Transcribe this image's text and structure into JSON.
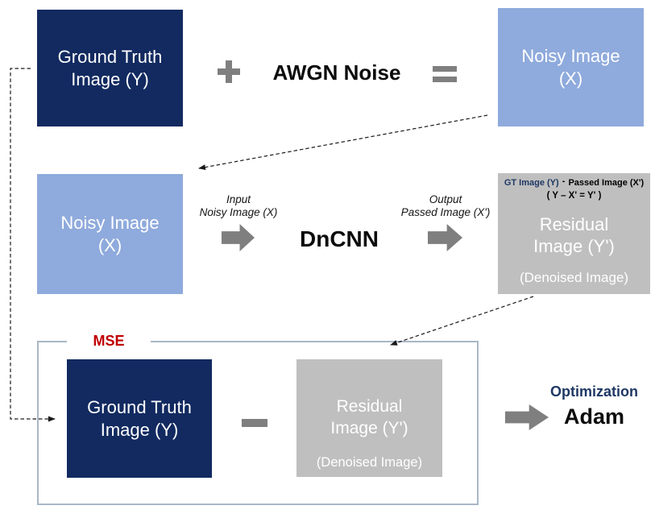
{
  "diagram": {
    "top_row": {
      "ground_truth_box": {
        "line1": "Ground Truth",
        "line2": "Image (Y)"
      },
      "awgn_label": "AWGN Noise",
      "noisy_box": {
        "line1": "Noisy Image",
        "line2": "(X)"
      }
    },
    "middle_row": {
      "noisy_box": {
        "line1": "Noisy Image",
        "line2": "(X)"
      },
      "input_label": {
        "line1": "Input",
        "line2": "Noisy Image (X)"
      },
      "dncnn_label": "DnCNN",
      "output_label": {
        "line1": "Output",
        "line2": "Passed Image (X')"
      },
      "residual_box": {
        "formula_gt": "GT Image (Y)",
        "formula_minus": "-",
        "formula_passed": "Passed Image (X')",
        "formula_line2": "( Y – X' = Y' )",
        "line1": "Residual",
        "line2": "Image (Y')",
        "line3": "(Denoised Image)"
      }
    },
    "bottom_row": {
      "mse_label": "MSE",
      "ground_truth_box": {
        "line1": "Ground Truth",
        "line2": "Image (Y)"
      },
      "residual_box": {
        "line1": "Residual",
        "line2": "Image (Y')",
        "line3": "(Denoised Image)"
      },
      "optimization_label": "Optimization",
      "adam_label": "Adam"
    },
    "icons": {
      "plus": "plus-sign",
      "equals": "equals-sign",
      "minus": "minus-sign",
      "block_arrow": "right-block-arrow",
      "dashed_arrow": "dashed-arrow"
    },
    "colors": {
      "navy-box": "#122A60",
      "light-blue-box": "#8FAADC",
      "gray-box": "#BFBFBF",
      "shape-gray": "#7F7F7F",
      "mse-red": "#C00000",
      "label-navy": "#1F3864",
      "mse-border": "#A9B7C7",
      "connector": "#1A1A1A"
    }
  }
}
